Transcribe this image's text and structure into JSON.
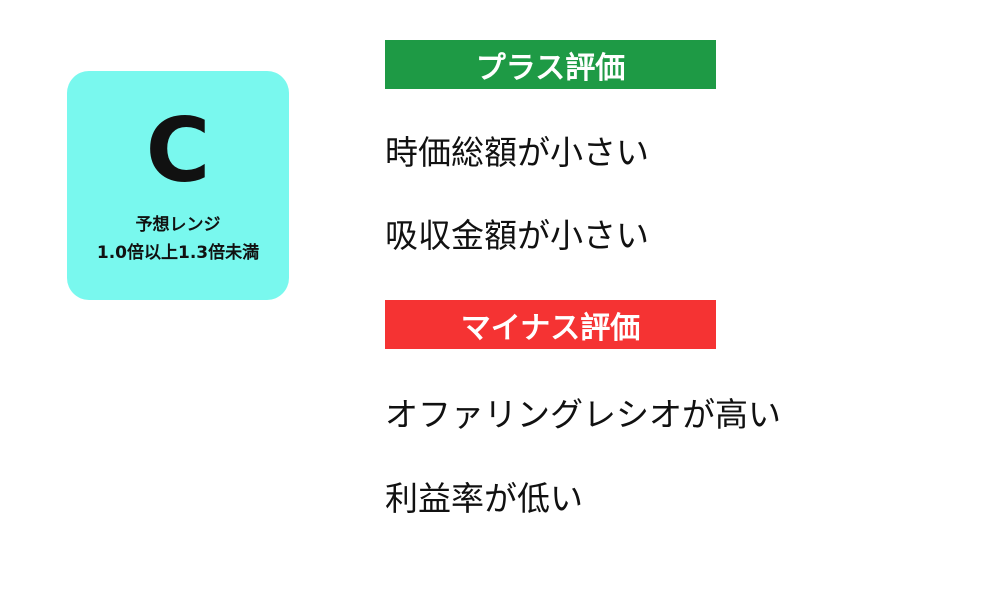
{
  "grade_card": {
    "letter": "C",
    "label": "予想レンジ",
    "range": "1.0倍以上1.3倍未満",
    "bg_color": "#79f8ee"
  },
  "plus_section": {
    "title": "プラス評価",
    "color": "#1e9a45",
    "items": [
      "時価総額が小さい",
      "吸収金額が小さい"
    ]
  },
  "minus_section": {
    "title": "マイナス評価",
    "color": "#f53333",
    "items": [
      "オファリングレシオが高い",
      "利益率が低い"
    ]
  }
}
